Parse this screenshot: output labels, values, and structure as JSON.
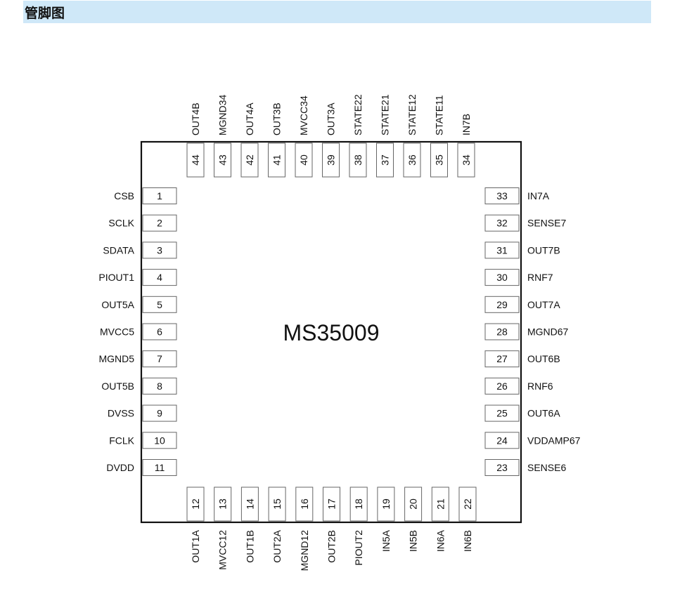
{
  "header": {
    "title": "管脚图"
  },
  "chip": {
    "name": "MS35009",
    "left_pins": [
      [
        "1",
        "CSB"
      ],
      [
        "2",
        "SCLK"
      ],
      [
        "3",
        "SDATA"
      ],
      [
        "4",
        "PIOUT1"
      ],
      [
        "5",
        "OUT5A"
      ],
      [
        "6",
        "MVCC5"
      ],
      [
        "7",
        "MGND5"
      ],
      [
        "8",
        "OUT5B"
      ],
      [
        "9",
        "DVSS"
      ],
      [
        "10",
        "FCLK"
      ],
      [
        "11",
        "DVDD"
      ]
    ],
    "bottom_pins": [
      [
        "12",
        "OUT1A"
      ],
      [
        "13",
        "MVCC12"
      ],
      [
        "14",
        "OUT1B"
      ],
      [
        "15",
        "OUT2A"
      ],
      [
        "16",
        "MGND12"
      ],
      [
        "17",
        "OUT2B"
      ],
      [
        "18",
        "PIOUT2"
      ],
      [
        "19",
        "IN5A"
      ],
      [
        "20",
        "IN5B"
      ],
      [
        "21",
        "IN6A"
      ],
      [
        "22",
        "IN6B"
      ]
    ],
    "right_pins": [
      [
        "23",
        "SENSE6"
      ],
      [
        "24",
        "VDDAMP67"
      ],
      [
        "25",
        "OUT6A"
      ],
      [
        "26",
        "RNF6"
      ],
      [
        "27",
        "OUT6B"
      ],
      [
        "28",
        "MGND67"
      ],
      [
        "29",
        "OUT7A"
      ],
      [
        "30",
        "RNF7"
      ],
      [
        "31",
        "OUT7B"
      ],
      [
        "32",
        "SENSE7"
      ],
      [
        "33",
        "IN7A"
      ]
    ],
    "top_pins": [
      [
        "34",
        "IN7B"
      ],
      [
        "35",
        "STATE11"
      ],
      [
        "36",
        "STATE12"
      ],
      [
        "37",
        "STATE21"
      ],
      [
        "38",
        "STATE22"
      ],
      [
        "39",
        "OUT3A"
      ],
      [
        "40",
        "MVCC34"
      ],
      [
        "41",
        "OUT3B"
      ],
      [
        "42",
        "OUT4A"
      ],
      [
        "43",
        "MGND34"
      ],
      [
        "44",
        "OUT4B"
      ]
    ]
  }
}
